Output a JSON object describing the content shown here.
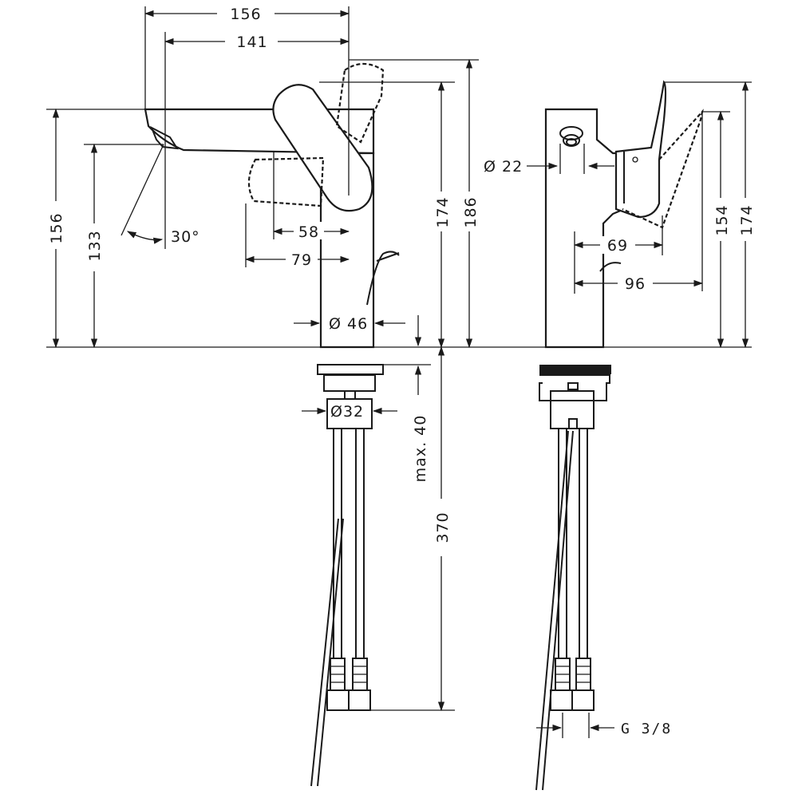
{
  "diagram": {
    "dimensions": {
      "spout_total_length": "156",
      "spout_reach": "141",
      "spout_height": "156",
      "outlet_height": "133",
      "spray_angle": "30°",
      "handle_offset_58": "58",
      "handle_offset_79": "79",
      "body_diameter": "Ø 46",
      "height_174_front": "174",
      "height_186": "186",
      "shank_diameter": "Ø32",
      "max_deck_thickness": "max. 40",
      "hose_length": "370",
      "aerator_diameter": "Ø 22",
      "side_69": "69",
      "side_96": "96",
      "side_154": "154",
      "side_174": "174",
      "connection_thread": "G 3/8"
    }
  }
}
